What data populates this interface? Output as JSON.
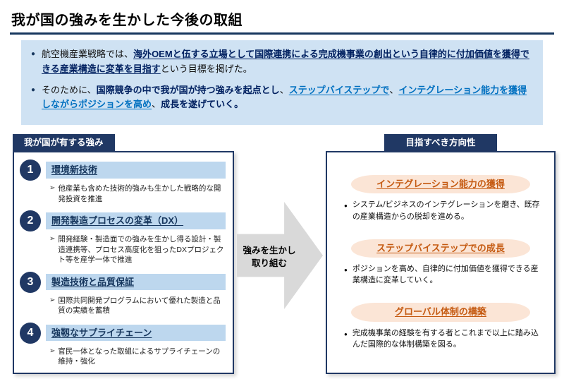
{
  "slide": {
    "title": "我が国の強みを生かした今後の取組"
  },
  "summary": {
    "bullets": [
      {
        "segments": [
          {
            "t": "航空機産業戦略では、",
            "s": "normal"
          },
          {
            "t": "海外OEMと伍する立場として国際連携による完成機事業の創出という自律的に付加価値を獲得できる産業構造に変革を目指す",
            "s": "em"
          },
          {
            "t": "という目標を掲げた。",
            "s": "normal"
          }
        ]
      },
      {
        "segments": [
          {
            "t": "そのために、",
            "s": "normal"
          },
          {
            "t": "国際競争の中で我が国が持つ強みを起点とし",
            "s": "bold"
          },
          {
            "t": "、",
            "s": "normal"
          },
          {
            "t": "ステップバイステップで",
            "s": "blue"
          },
          {
            "t": "、",
            "s": "normal"
          },
          {
            "t": "インテグレーション能力を獲得しながらポジションを高め",
            "s": "blue"
          },
          {
            "t": "、",
            "s": "normal"
          },
          {
            "t": "成長を遂げていく。",
            "s": "bold"
          }
        ]
      }
    ]
  },
  "left_panel": {
    "header": "我が国が有する強み",
    "items": [
      {
        "number": "1",
        "title": "環境新技術",
        "desc": "他産業も含めた技術的強みも生かした戦略的な開発投資を推進"
      },
      {
        "number": "2",
        "title": "開発製造プロセスの変革（DX）",
        "desc": "開発経験・製造面での強みを生かし得る設計・製造連携等、プロセス高度化を狙ったDXプロジェクト等を産学一体で推進"
      },
      {
        "number": "3",
        "title": "製造技術と品質保証",
        "desc": "国際共同開発プログラムにおいて優れた製造と品質の実績を蓄積"
      },
      {
        "number": "4",
        "title": "強靱なサプライチェーン",
        "desc": "官民一体となった取組によるサプライチェーンの維持・強化"
      }
    ]
  },
  "arrow": {
    "label_line1": "強みを生かし",
    "label_line2": "取り組む"
  },
  "right_panel": {
    "header": "目指すべき方向性",
    "items": [
      {
        "title": "インテグレーション能力の獲得",
        "desc": "システム/ビジネスのインテグレーションを磨き、既存の産業構造からの脱却を進める。"
      },
      {
        "title": "ステップバイステップでの成長",
        "desc": "ポジションを高め、自律的に付加価値を獲得できる産業構造に変革していく。"
      },
      {
        "title": "グローバル体制の構築",
        "desc": "完成機事業の経験を有する者とこれまで以上に踏み込んだ国際的な体制構築を図る。"
      }
    ]
  },
  "colors": {
    "navy": "#203864",
    "title_rule": "#17375e",
    "summary_bg": "#cfe2f3",
    "item_bar_bg": "#bdd7ee",
    "pill_bg": "#fbe5d6",
    "orange_text": "#c55a11",
    "blue_emphasis": "#0070c0",
    "dark_emphasis": "#002060",
    "arrow_gray": "#d9d9d9"
  }
}
